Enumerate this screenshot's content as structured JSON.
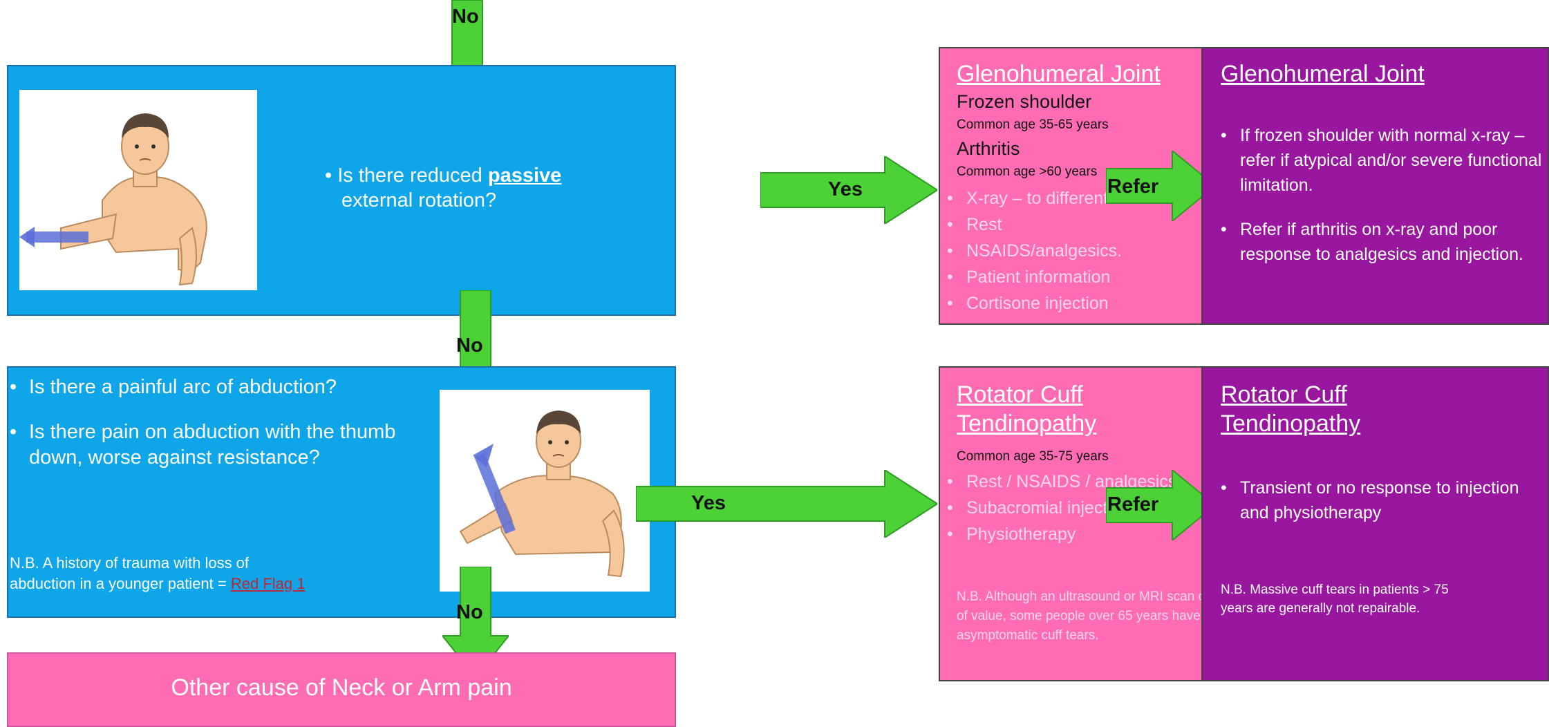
{
  "arrows": {
    "no_top": "No",
    "no_middle": "No",
    "no_bottom": "No",
    "yes_top": "Yes",
    "yes_middle": "Yes",
    "refer_top": "Refer",
    "refer_middle": "Refer"
  },
  "question1": {
    "bullet": "•",
    "text_before": "Is there reduced ",
    "emphasis": "passive",
    "line2": "external rotation?"
  },
  "question2": {
    "items": [
      "Is there a painful arc of abduction?",
      "Is there pain on abduction with the thumb down, worse against resistance?"
    ],
    "note_line1": "N.B. A history of trauma with loss of",
    "note_line2": "abduction in a younger patient =",
    "red_flag": "Red Flag 1"
  },
  "gh_treatment": {
    "title": "Glenohumeral Joint",
    "sub1": "Frozen shoulder",
    "age1": "Common age 35-65 years",
    "sub2": "Arthritis",
    "age2": "Common age >60 years",
    "items": [
      "X-ray – to differentiate.",
      "Rest",
      "NSAIDS/analgesics.",
      "Patient information",
      "Cortisone injection"
    ]
  },
  "gh_refer": {
    "title": "Glenohumeral Joint",
    "items": [
      "If frozen shoulder with normal x-ray – refer if atypical and/or severe functional limitation.",
      "Refer if arthritis on x-ray and poor response to analgesics and injection."
    ]
  },
  "rc_treatment": {
    "title_line1": "Rotator Cuff",
    "title_line2": "Tendinopathy",
    "age": "Common age 35-75 years",
    "items": [
      "Rest / NSAIDS / analgesics",
      "Subacromial injection",
      "Physiotherapy"
    ],
    "note": "N.B. Although an ultrasound or MRI scan can be of value, some people over 65 years have asymptomatic cuff tears."
  },
  "rc_refer": {
    "title_line1": "Rotator Cuff",
    "title_line2": "Tendinopathy",
    "items": [
      "Transient or no response  to injection and physiotherapy"
    ],
    "note": "N.B. Massive cuff tears in patients > 75 years are generally not repairable."
  },
  "other": {
    "label": "Other cause of Neck or Arm pain"
  },
  "colors": {
    "blue": "#0ea6e8",
    "pink": "#ff6cb4",
    "purple": "#99169e",
    "arrow_green": "#4cd137",
    "red_flag": "#c0262f"
  }
}
